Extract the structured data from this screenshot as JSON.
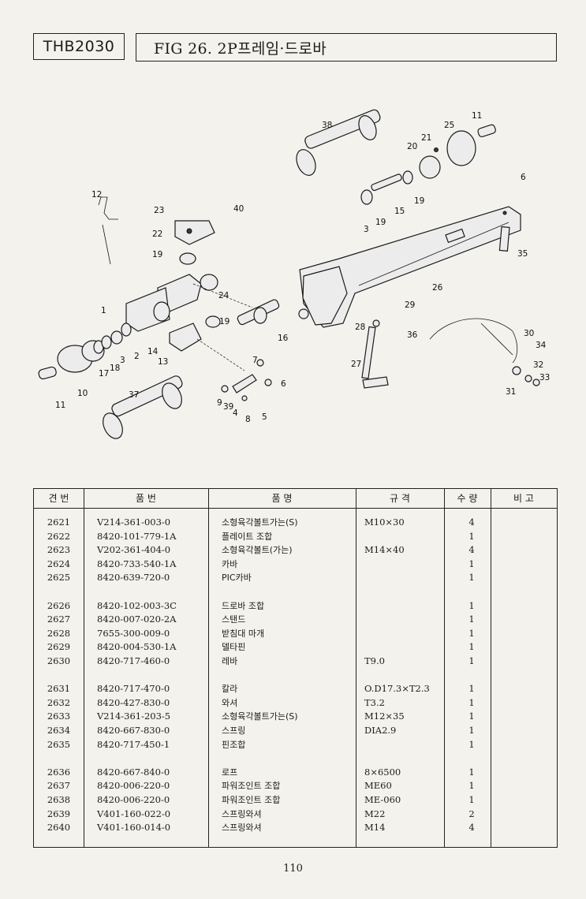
{
  "header": {
    "model": "THB2030",
    "title": "FIG 26. 2P프레임·드로바"
  },
  "diagram": {
    "callouts": [
      "38",
      "11",
      "21",
      "25",
      "20",
      "19",
      "15",
      "3",
      "19",
      "6",
      "12",
      "23",
      "40",
      "22",
      "35",
      "19",
      "26",
      "24",
      "1",
      "29",
      "19",
      "36",
      "30",
      "28",
      "34",
      "14",
      "13",
      "16",
      "2",
      "3",
      "18",
      "17",
      "10",
      "11",
      "27",
      "7",
      "6",
      "32",
      "33",
      "31",
      "37",
      "9",
      "39",
      "4",
      "8",
      "5"
    ]
  },
  "table": {
    "headers": [
      "견  번",
      "품     번",
      "품          명",
      "규      격",
      "수 량",
      "비  고"
    ],
    "rows": [
      {
        "no": "2621",
        "part": "V214-361-003-0",
        "name": "소형육각볼트가는(S)",
        "spec": "M10×30",
        "qty": "4"
      },
      {
        "no": "2622",
        "part": "8420-101-779-1A",
        "name": "플레이트 조합",
        "spec": "",
        "qty": "1"
      },
      {
        "no": "2623",
        "part": "V202-361-404-0",
        "name": "소형육각볼트(가는)",
        "spec": "M14×40",
        "qty": "4"
      },
      {
        "no": "2624",
        "part": "8420-733-540-1A",
        "name": "카바",
        "spec": "",
        "qty": "1"
      },
      {
        "no": "2625",
        "part": "8420-639-720-0",
        "name": "PIC카바",
        "spec": "",
        "qty": "1"
      },
      {
        "no": "2626",
        "part": "8420-102-003-3C",
        "name": "드로바 조합",
        "spec": "",
        "qty": "1"
      },
      {
        "no": "2627",
        "part": "8420-007-020-2A",
        "name": "스탠드",
        "spec": "",
        "qty": "1"
      },
      {
        "no": "2628",
        "part": "7655-300-009-0",
        "name": "받침대 마개",
        "spec": "",
        "qty": "1"
      },
      {
        "no": "2629",
        "part": "8420-004-530-1A",
        "name": "델타핀",
        "spec": "",
        "qty": "1"
      },
      {
        "no": "2630",
        "part": "8420-717-460-0",
        "name": "레바",
        "spec": "T9.0",
        "qty": "1"
      },
      {
        "no": "2631",
        "part": "8420-717-470-0",
        "name": "칼라",
        "spec": "O.D17.3×T2.3",
        "qty": "1"
      },
      {
        "no": "2632",
        "part": "8420-427-830-0",
        "name": "와셔",
        "spec": "T3.2",
        "qty": "1"
      },
      {
        "no": "2633",
        "part": "V214-361-203-5",
        "name": "소형육각볼트가는(S)",
        "spec": "M12×35",
        "qty": "1"
      },
      {
        "no": "2634",
        "part": "8420-667-830-0",
        "name": "스프링",
        "spec": "DIA2.9",
        "qty": "1"
      },
      {
        "no": "2635",
        "part": "8420-717-450-1",
        "name": "핀조합",
        "spec": "",
        "qty": "1"
      },
      {
        "no": "2636",
        "part": "8420-667-840-0",
        "name": "로프",
        "spec": "8×6500",
        "qty": "1"
      },
      {
        "no": "2637",
        "part": "8420-006-220-0",
        "name": "파워조인트 조합",
        "spec": "ME60",
        "qty": "1"
      },
      {
        "no": "2638",
        "part": "8420-006-220-0",
        "name": "파워조인트 조합",
        "spec": "ME-060",
        "qty": "1"
      },
      {
        "no": "2639",
        "part": "V401-160-022-0",
        "name": "스프링와셔",
        "spec": "M22",
        "qty": "2"
      },
      {
        "no": "2640",
        "part": "V401-160-014-0",
        "name": "스프링와셔",
        "spec": "M14",
        "qty": "4"
      }
    ]
  },
  "footer": {
    "page_number": "110"
  }
}
